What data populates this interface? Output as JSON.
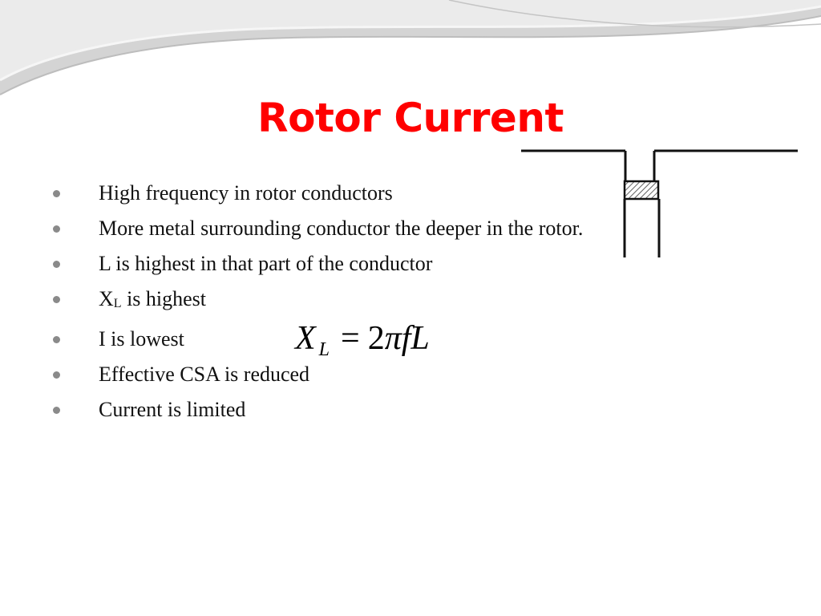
{
  "slide": {
    "title": "Rotor Current",
    "bullets": [
      {
        "text": "High frequency in rotor conductors"
      },
      {
        "text": "More metal surrounding conductor the deeper in the rotor."
      },
      {
        "text": "L is highest in that part of the conductor"
      },
      {
        "text_main": "X",
        "text_sub": "L",
        "text_rest": " is highest"
      },
      {
        "text": "I is lowest"
      },
      {
        "text": "Effective CSA is reduced"
      },
      {
        "text": "Current is limited"
      }
    ],
    "formula": {
      "lhs": "X",
      "lhs_sub": "L",
      "equals": "=",
      "coef": "2",
      "pi": "π",
      "rhs": "fL"
    }
  },
  "colors": {
    "title": "#ff0000",
    "bullet_dot": "#8a8a8a",
    "text": "#111111",
    "swoosh_light": "#e4e4e4",
    "swoosh_mid": "#c9c9c9"
  },
  "icons": {
    "bullet": "bullet-dot-icon",
    "diagram": "rotor-slot-diagram"
  }
}
